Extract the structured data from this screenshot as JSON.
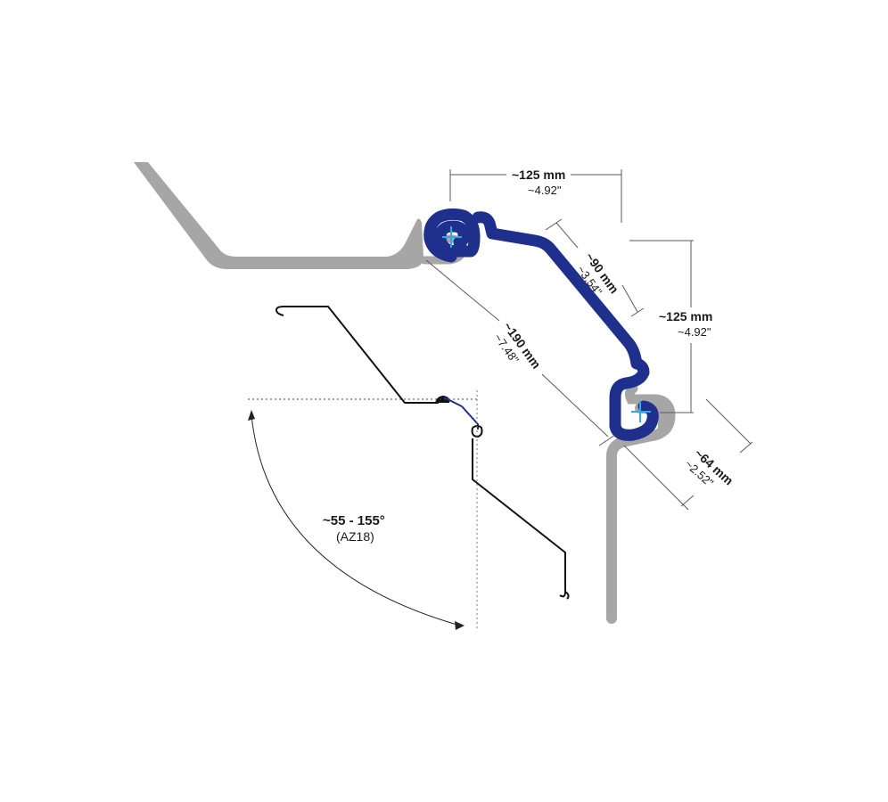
{
  "colors": {
    "sheet_pile": "#a6a6a6",
    "connector": "#1f2f8c",
    "lock_center": "#2fa8e6",
    "dimension_line": "#5a5a5a",
    "outline": "#111111"
  },
  "dimensions": {
    "top_width": {
      "metric": "~125 mm",
      "imperial": "~4.92\""
    },
    "diagonal": {
      "metric": "~90 mm",
      "imperial": "~3.54\""
    },
    "right_height": {
      "metric": "~125 mm",
      "imperial": "~4.92\""
    },
    "long_diag": {
      "metric": "~190 mm",
      "imperial": "~7.48\""
    },
    "lock_offset": {
      "metric": "~64 mm",
      "imperial": "~2.52\""
    }
  },
  "angle": {
    "range": "~55 - 155°",
    "profile": "(AZ18)"
  }
}
